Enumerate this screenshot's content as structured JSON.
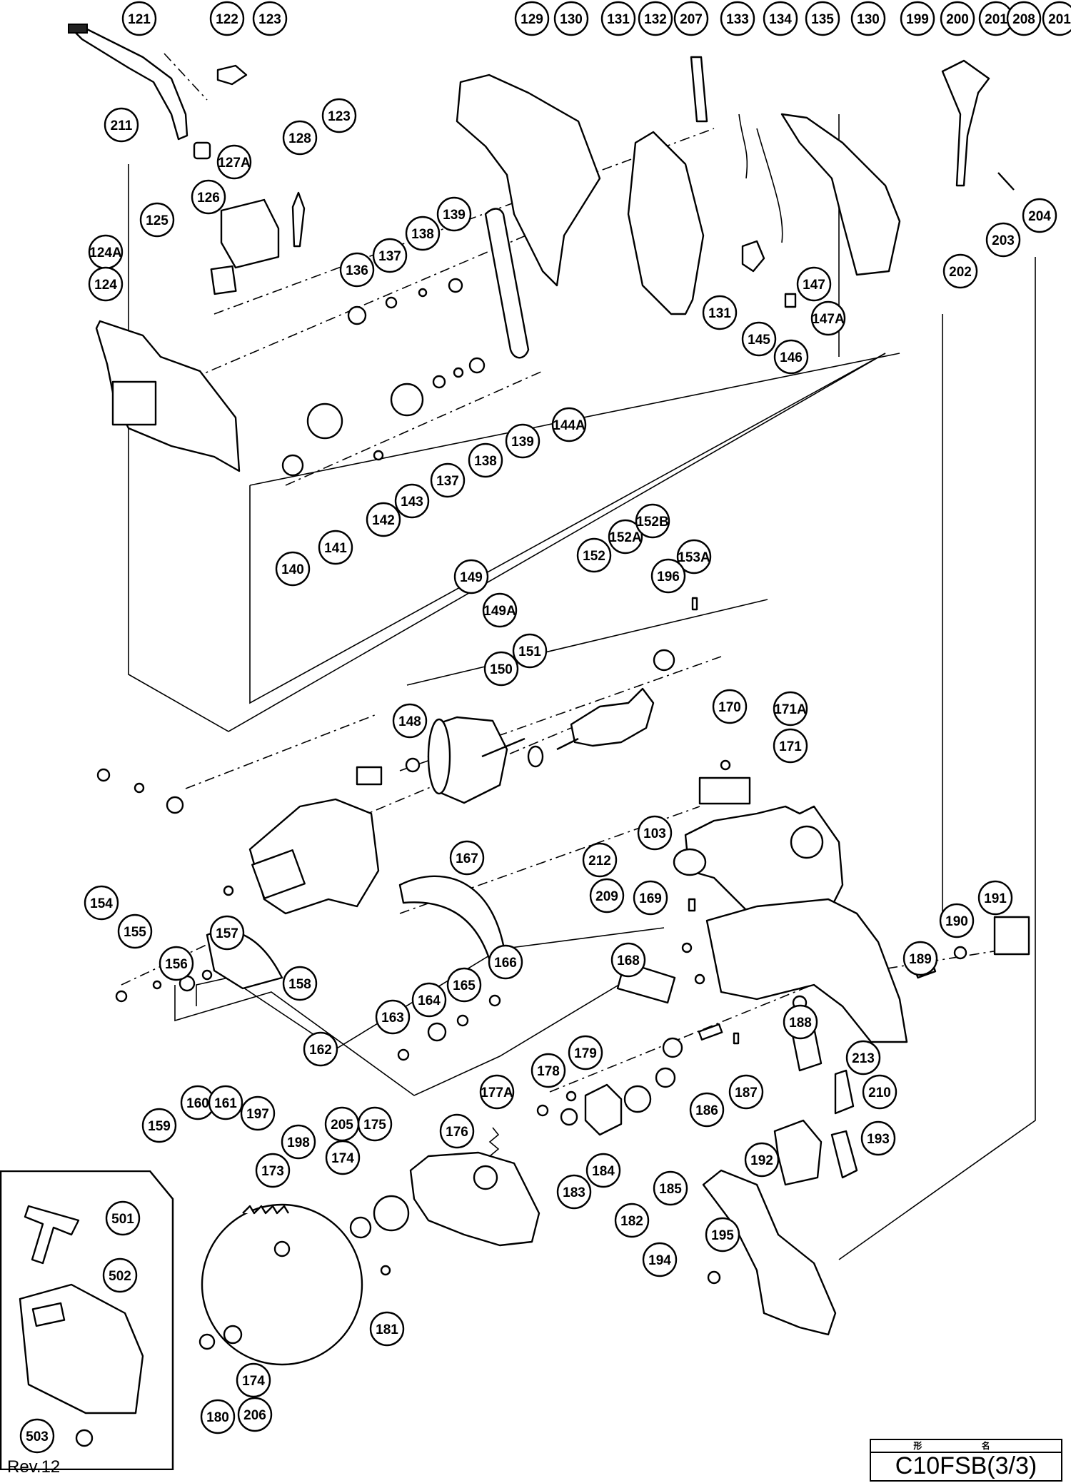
{
  "document": {
    "revision": "Rev.12",
    "title_header": "形 名",
    "model": "C10FSB(3/3)"
  },
  "callouts": [
    "121",
    "122",
    "123",
    "123",
    "211",
    "127A",
    "128",
    "126",
    "125",
    "124A",
    "124",
    "129",
    "130",
    "131",
    "132",
    "207",
    "133",
    "134",
    "135",
    "130",
    "199",
    "200",
    "201",
    "208",
    "201",
    "136",
    "137",
    "138",
    "139",
    "131",
    "145",
    "146",
    "147",
    "147A",
    "202",
    "203",
    "204",
    "143",
    "137",
    "138",
    "139",
    "144A",
    "140",
    "141",
    "142",
    "152",
    "152A",
    "152B",
    "153A",
    "196",
    "149",
    "149A",
    "151",
    "150",
    "148",
    "170",
    "171A",
    "171",
    "103",
    "212",
    "209",
    "169",
    "168",
    "167",
    "154",
    "155",
    "156",
    "157",
    "158",
    "163",
    "164",
    "165",
    "166",
    "162",
    "159",
    "160",
    "161",
    "197",
    "178",
    "179",
    "177A",
    "176",
    "175",
    "205",
    "174",
    "198",
    "173",
    "181",
    "180",
    "174",
    "206",
    "183",
    "184",
    "182",
    "185",
    "186",
    "187",
    "188",
    "213",
    "210",
    "193",
    "192",
    "189",
    "190",
    "191",
    "195",
    "194",
    "501",
    "502",
    "503"
  ]
}
